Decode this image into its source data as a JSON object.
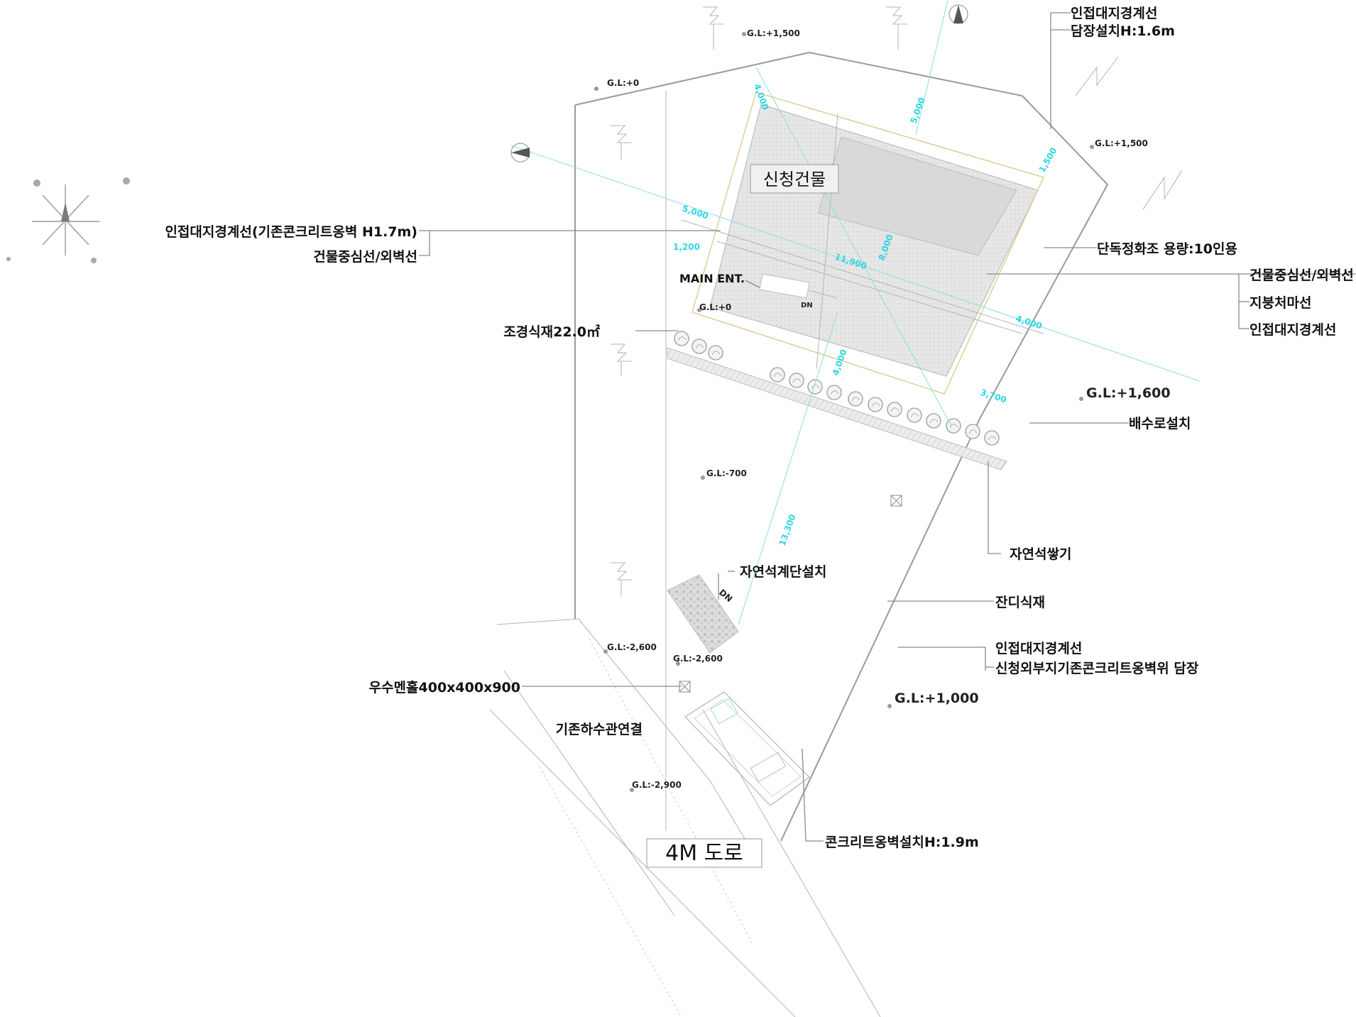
{
  "labels": {
    "adj_boundary_top": "인접대지경계선",
    "fence_top": "담장설치H:1.6m",
    "adj_boundary_left": "인접대지경계선(기존콘크리트옹벽 H1.7m)",
    "building_center_left": "건물중심선/외벽선",
    "septic": "단독정화조 용량:10인용",
    "building_center_right": "건물중심선/외벽선",
    "roof_line": "지붕처마선",
    "adj_boundary_right": "인접대지경계선",
    "landscape": "조경식재22.0㎡",
    "main_ent": "MAIN ENT.",
    "drain": "배수로설치",
    "stone_pile": "자연석쌓기",
    "stone_stairs": "자연석계단설치",
    "lawn": "잔디식재",
    "adj_boundary_bottom": "인접대지경계선",
    "existing_wall_fence": "신청외부지기존콘크리트옹벽위 담장",
    "manhole": "우수멘홀400x400x900",
    "sewer": "기존하수관연결",
    "retaining_wall": "콘크리트옹벽설치H:1.9m",
    "dn_upper": "DN",
    "dn_lower": "DN"
  },
  "boxes": {
    "building": "신청건물",
    "road": "4M 도로"
  },
  "levels": {
    "gl_top_1500": "G.L:+1,500",
    "gl_top_0": "G.L:+0",
    "gl_right_1500": "G.L:+1,500",
    "gl_ent_0": "G.L:+0",
    "gl_right_1600": "G.L:+1,600",
    "gl_mid_700": "G.L:-700",
    "gl_left_2600": "G.L:-2,600",
    "gl_mid_2600": "G.L:-2,600",
    "gl_right_1000": "G.L:+1,000",
    "gl_bottom_2900": "G.L:-2,900"
  },
  "colors": {
    "dimension": "#2fd6e0",
    "building_fill": "#e4e4e4",
    "text": "#111111",
    "leader": "#8a8a8a"
  },
  "icons": [
    "north-arrow-icon",
    "section-marker-icon",
    "break-line-icon",
    "level-marker-icon",
    "tree-symbol-icon",
    "manhole-icon"
  ]
}
